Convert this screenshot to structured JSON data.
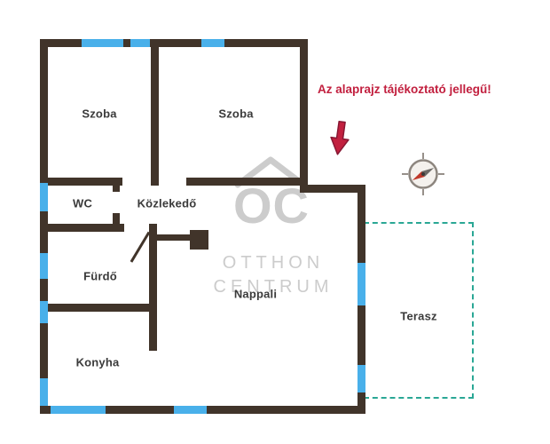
{
  "disclaimer": "Az alaprajz tájékoztató jellegű!",
  "rooms": {
    "szoba1": {
      "label": "Szoba"
    },
    "szoba2": {
      "label": "Szoba"
    },
    "wc": {
      "label": "WC"
    },
    "kozlekedo": {
      "label": "Közlekedő"
    },
    "furdo": {
      "label": "Fürdő"
    },
    "nappali": {
      "label": "Nappali"
    },
    "konyha": {
      "label": "Konyha"
    },
    "terasz": {
      "label": "Terasz"
    }
  },
  "watermark": {
    "initials": "OC",
    "line1": "OTTHON",
    "line2": "CENTRUM"
  },
  "icons": {
    "compass": "compass-rose",
    "arrow": "red-down-arrow",
    "roof": "house-roof-logo"
  },
  "colors": {
    "wall": "#41342a",
    "window": "#49b0ea",
    "accent": "#c2203f",
    "terrace": "#2aa795",
    "watermark": "#cccccc",
    "label": "#3a3a3a"
  }
}
